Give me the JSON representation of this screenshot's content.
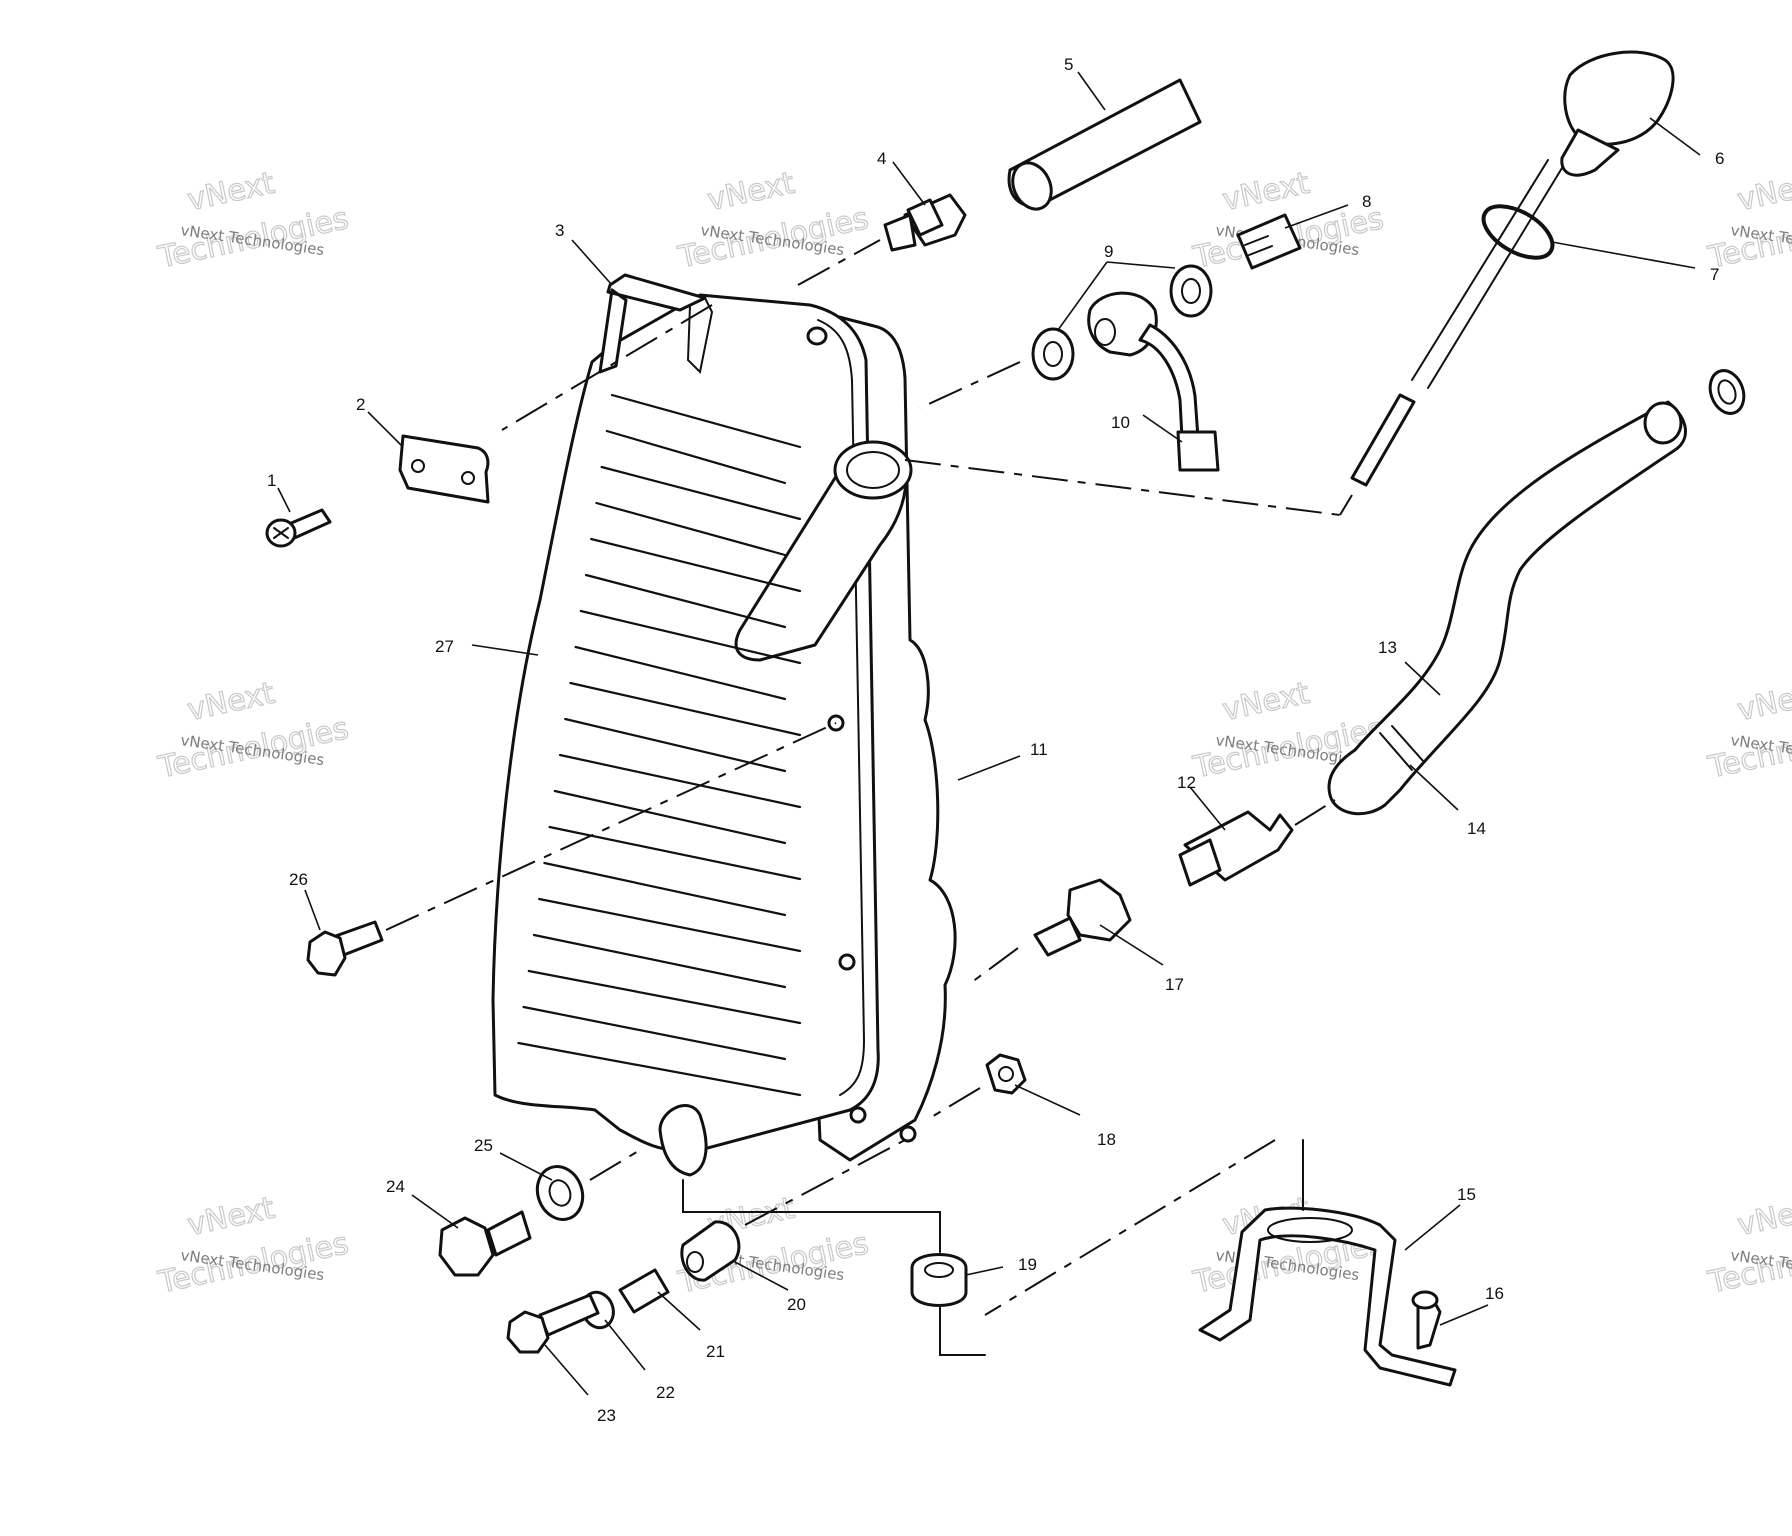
{
  "watermark": {
    "line_small": "vNext Technologies",
    "line_big_top": "vNext",
    "line_big_bottom": "Technologies"
  },
  "callouts": [
    {
      "id": "1",
      "label": "1"
    },
    {
      "id": "2",
      "label": "2"
    },
    {
      "id": "3",
      "label": "3"
    },
    {
      "id": "4",
      "label": "4"
    },
    {
      "id": "5",
      "label": "5"
    },
    {
      "id": "6",
      "label": "6"
    },
    {
      "id": "7",
      "label": "7"
    },
    {
      "id": "8",
      "label": "8"
    },
    {
      "id": "9",
      "label": "9"
    },
    {
      "id": "10",
      "label": "10"
    },
    {
      "id": "11",
      "label": "11"
    },
    {
      "id": "12",
      "label": "12"
    },
    {
      "id": "13",
      "label": "13"
    },
    {
      "id": "14",
      "label": "14"
    },
    {
      "id": "15",
      "label": "15"
    },
    {
      "id": "16",
      "label": "16"
    },
    {
      "id": "17",
      "label": "17"
    },
    {
      "id": "18",
      "label": "18"
    },
    {
      "id": "19",
      "label": "19"
    },
    {
      "id": "20",
      "label": "20"
    },
    {
      "id": "21",
      "label": "21"
    },
    {
      "id": "22",
      "label": "22"
    },
    {
      "id": "23",
      "label": "23"
    },
    {
      "id": "24",
      "label": "24"
    },
    {
      "id": "25",
      "label": "25"
    },
    {
      "id": "26",
      "label": "26"
    },
    {
      "id": "27",
      "label": "27"
    }
  ]
}
